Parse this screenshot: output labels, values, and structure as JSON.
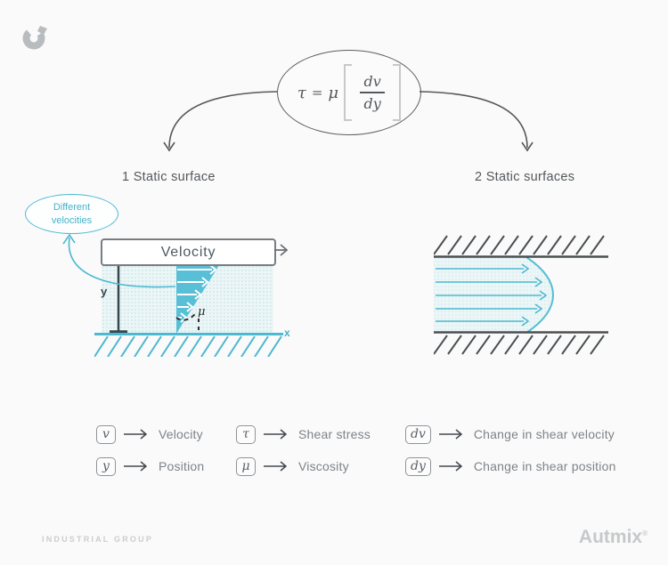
{
  "colors": {
    "background": "#fafafa",
    "teal_accent": "#4cb9d0",
    "teal_fill": "#58bfd6",
    "fluid_light": "#ecf6f7",
    "line_dark": "#55585c",
    "wall_dark": "#4b4f52",
    "text_gray": "#7e8387",
    "muted_gray": "#c6c8ca"
  },
  "formula": {
    "lhs": "τ",
    "eq": "=",
    "coef": "μ",
    "numerator": "dv",
    "denominator": "dy"
  },
  "branches": {
    "left_label": "1 Static surface",
    "right_label": "2 Static surfaces"
  },
  "left_diagram": {
    "bubble_line1": "Different",
    "bubble_line2": "velocities",
    "box_label": "Velocity",
    "y_axis_label": "y",
    "x_axis_label": "x",
    "angle_label": "μ"
  },
  "legend": {
    "items": [
      {
        "symbol": "v",
        "label": "Velocity"
      },
      {
        "symbol": "τ",
        "label": "Shear stress"
      },
      {
        "symbol": "dv",
        "label": "Change in shear velocity"
      },
      {
        "symbol": "y",
        "label": "Position"
      },
      {
        "symbol": "μ",
        "label": "Viscosity"
      },
      {
        "symbol": "dy",
        "label": "Change in shear position"
      }
    ]
  },
  "footer": {
    "left_text": "INDUSTRIAL GROUP",
    "brand": "Autmix",
    "reg_mark": "®"
  }
}
